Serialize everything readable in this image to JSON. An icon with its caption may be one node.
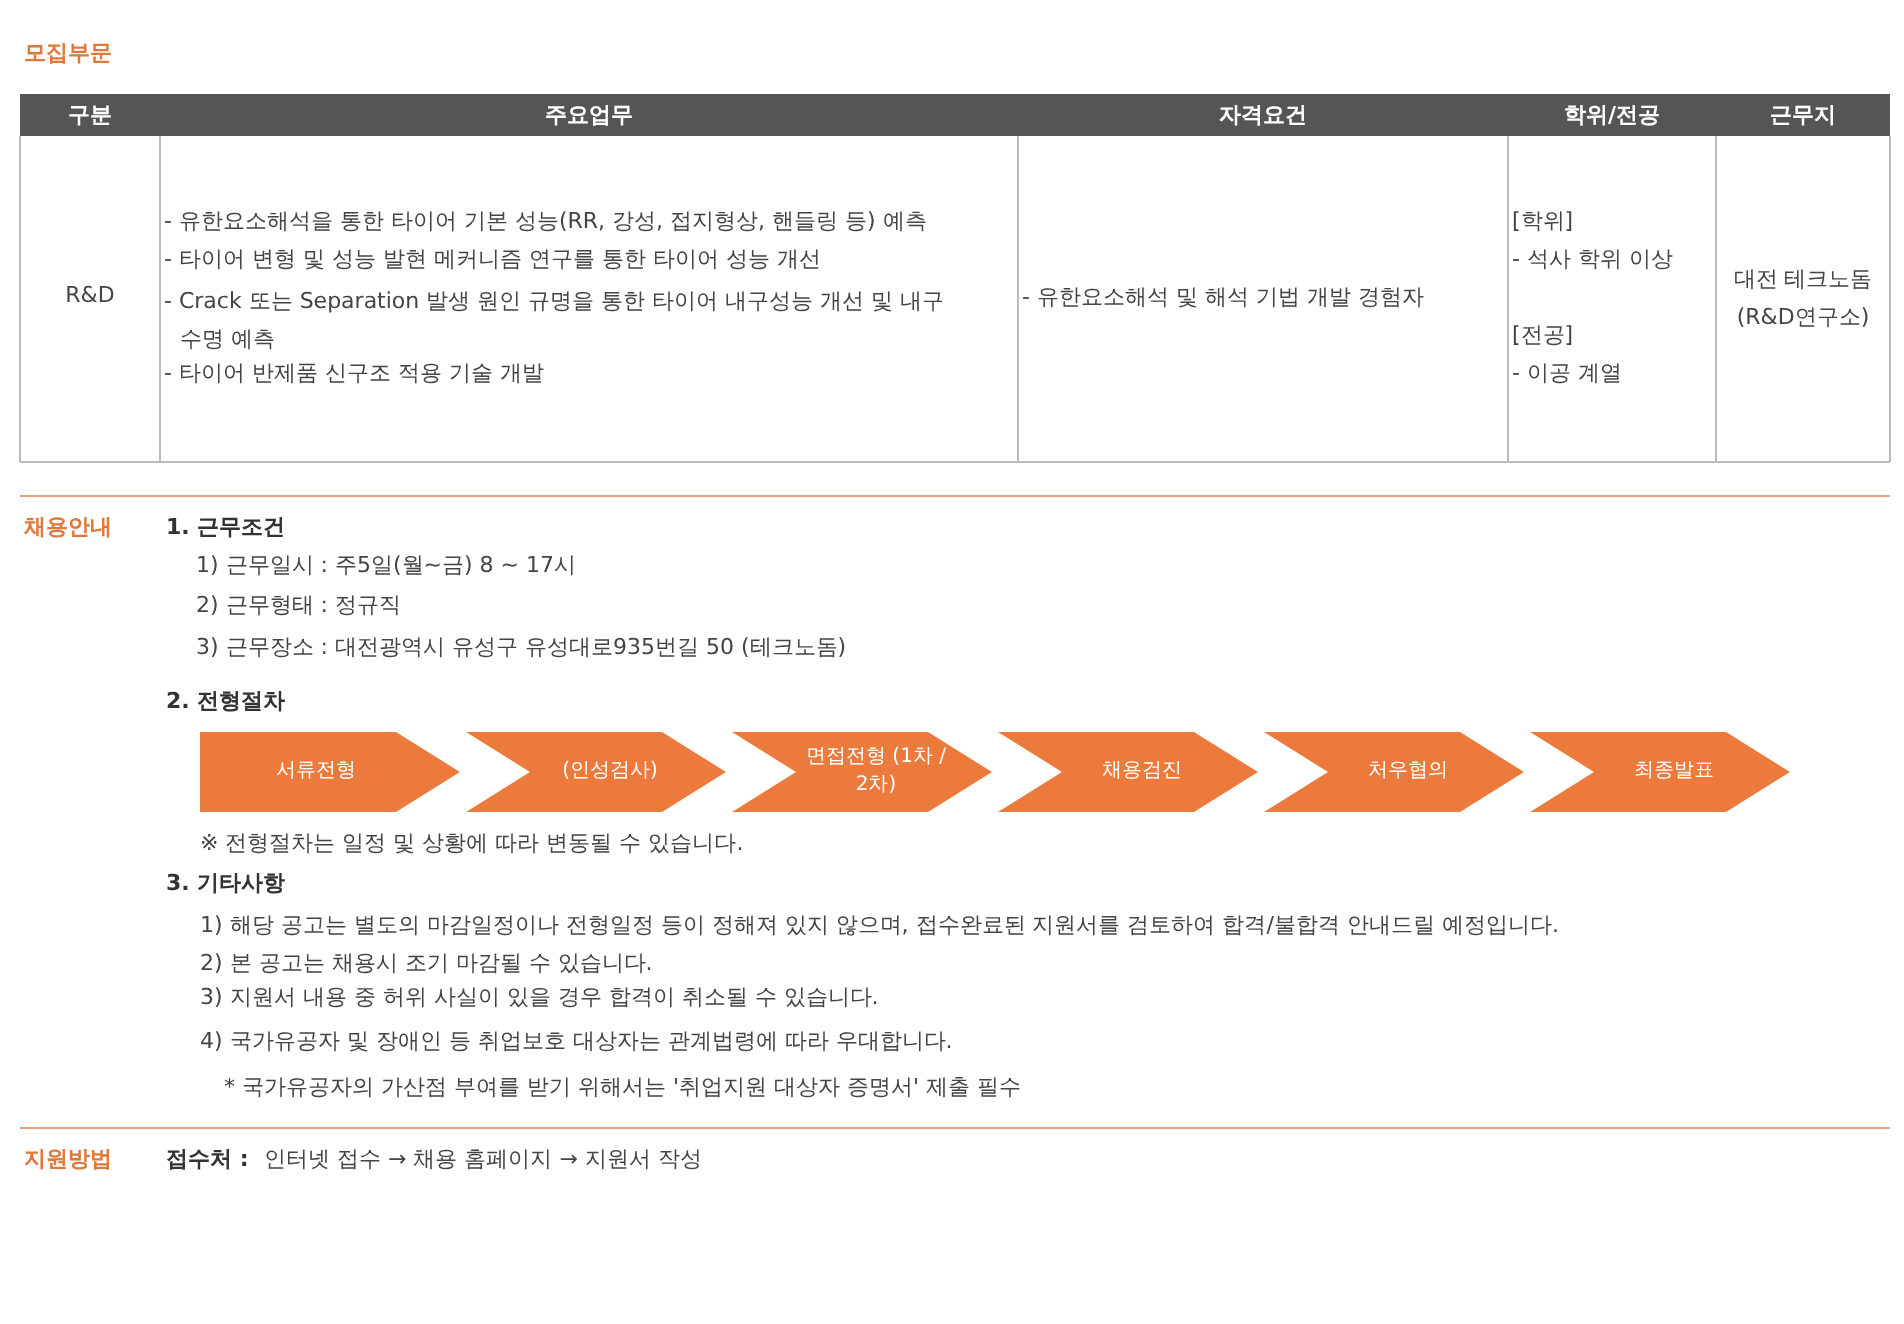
{
  "diagram": {
    "nodes": [
      {
        "text": [
          "서류전형"
        ]
      },
      {
        "text": [
          "(인성검사)"
        ]
      },
      {
        "text": [
          "면접전형 (1차 / 2차)"
        ]
      },
      {
        "text": [
          "채용검진"
        ]
      },
      {
        "text": [
          "처우협의"
        ]
      },
      {
        "text": [
          "최종발표"
        ]
      }
    ],
    "labels": [
      "모집부문",
      "구분",
      "주요업무",
      "자격요건",
      "학위/전공",
      "근무지",
      "R&D",
      "- 유한요소해석을 통한 타이어 기본 성능(RR, 강성, 접지형상, 핸들링 등) 예측",
      "- 타이어 변형 및 성능 발현 메커니즘 연구를 통한 타이어 성능 개선",
      "- Crack 또는 Separation 발생 원인 규명을 통한 타이어 내구성능 개선 및 내구 수명 예측",
      "- 타이어 반제품 신구조 적용 기술 개발",
      "- 유한요소해석 및 해석 기법 개발 경험자",
      "[학위]",
      "- 석사 학위 이상",
      "[전공]",
      "- 이공 계열",
      "대전 테크노돔 (R&D연구소)",
      "채용안내",
      "1. 근무조건",
      "1) 근무일시 : 주5일(월~금) 8 ~ 17시",
      "2) 근무형태 : 정규직",
      "3) 근무장소 : 대전광역시 유성구 유성대로935번길 50 (테크노돔)",
      "2. 전형절차",
      "※ 전형절차는 일정 및 상황에 따라 변동될 수 있습니다.",
      "3. 기타사항",
      "1) 해당 공고는 별도의 마감일정이나 전형일정 등이 정해져 있지 않으며, 접수완료된 지원서를 검토하여 합격/불합격 안내드릴 예정입니다.",
      "2) 본 공고는 채용시 조기 마감될 수 있습니다.",
      "3) 지원서 내용 중 허위 사실이 있을 경우 합격이 취소될 수 있습니다.",
      "4) 국가유공자 및 장애인 등 취업보호 대상자는 관계법령에 따라 우대합니다.",
      "* 국가유공자의 가산점 부여를 받기 위해서는 '취업지원 대상자 증명서' 제출 필수",
      "지원방법",
      "접수처 :",
      "인터넷 접수 → 채용 홈페이지 → 지원서 작성"
    ]
  }
}
